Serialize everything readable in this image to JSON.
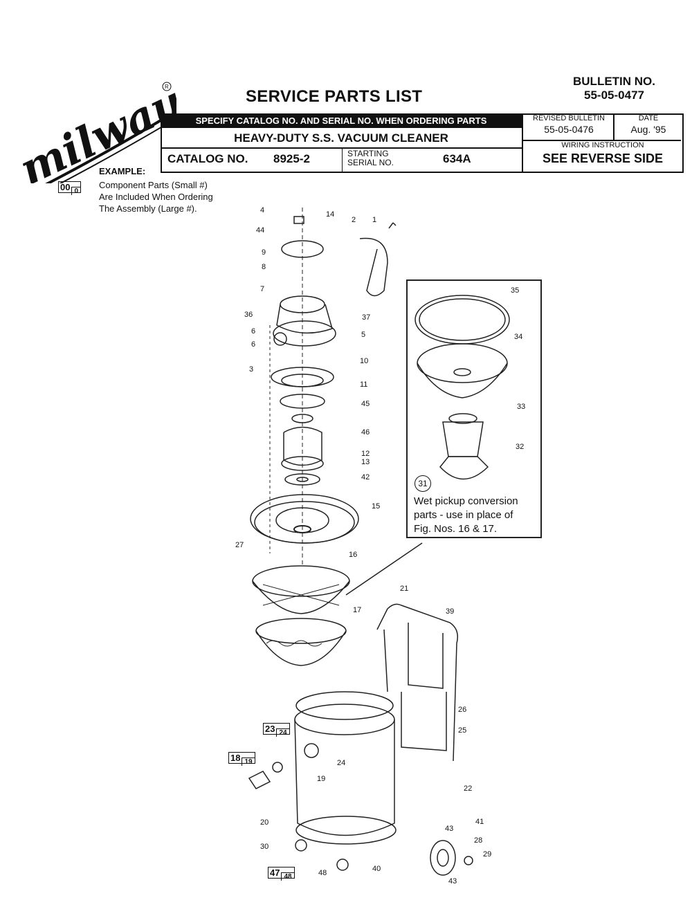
{
  "brand": "milwaukee",
  "header": {
    "title": "SERVICE PARTS LIST",
    "bulletin_label": "BULLETIN NO.",
    "bulletin_number": "55-05-0477",
    "specify_note": "SPECIFY CATALOG NO. AND SERIAL NO. WHEN ORDERING PARTS",
    "product": "HEAVY-DUTY S.S. VACUUM CLEANER",
    "catalog_label": "CATALOG NO.",
    "catalog_number": "8925-2",
    "starting_serial_label_1": "STARTING",
    "starting_serial_label_2": "SERIAL NO.",
    "starting_serial": "634A",
    "revised_label": "REVISED BULLETIN",
    "revised_value": "55-05-0476",
    "date_label": "DATE",
    "date_value": "Aug. '95",
    "wiring_label": "WIRING INSTRUCTION",
    "wiring_value": "SEE REVERSE SIDE"
  },
  "example": {
    "label": "EXAMPLE:",
    "big": "00",
    "small": "0",
    "line1": "Component Parts (Small #)",
    "line2": "Are Included When Ordering",
    "line3": "The Assembly (Large #)."
  },
  "conversion": {
    "circle": "31",
    "line1": "Wet pickup conversion",
    "line2": "parts - use in place of",
    "line3": "Fig. Nos. 16 & 17."
  },
  "assemblies": [
    {
      "big": "23",
      "small": "24"
    },
    {
      "big": "18",
      "small": "19"
    },
    {
      "big": "47",
      "small": "48"
    }
  ],
  "part_labels": [
    "1",
    "2",
    "3",
    "4",
    "5",
    "6",
    "6",
    "7",
    "8",
    "9",
    "10",
    "11",
    "12",
    "13",
    "14",
    "15",
    "16",
    "17",
    "19",
    "20",
    "21",
    "22",
    "24",
    "25",
    "26",
    "27",
    "28",
    "29",
    "30",
    "32",
    "33",
    "34",
    "35",
    "36",
    "37",
    "39",
    "40",
    "41",
    "42",
    "43",
    "43",
    "44",
    "45",
    "46",
    "48"
  ]
}
